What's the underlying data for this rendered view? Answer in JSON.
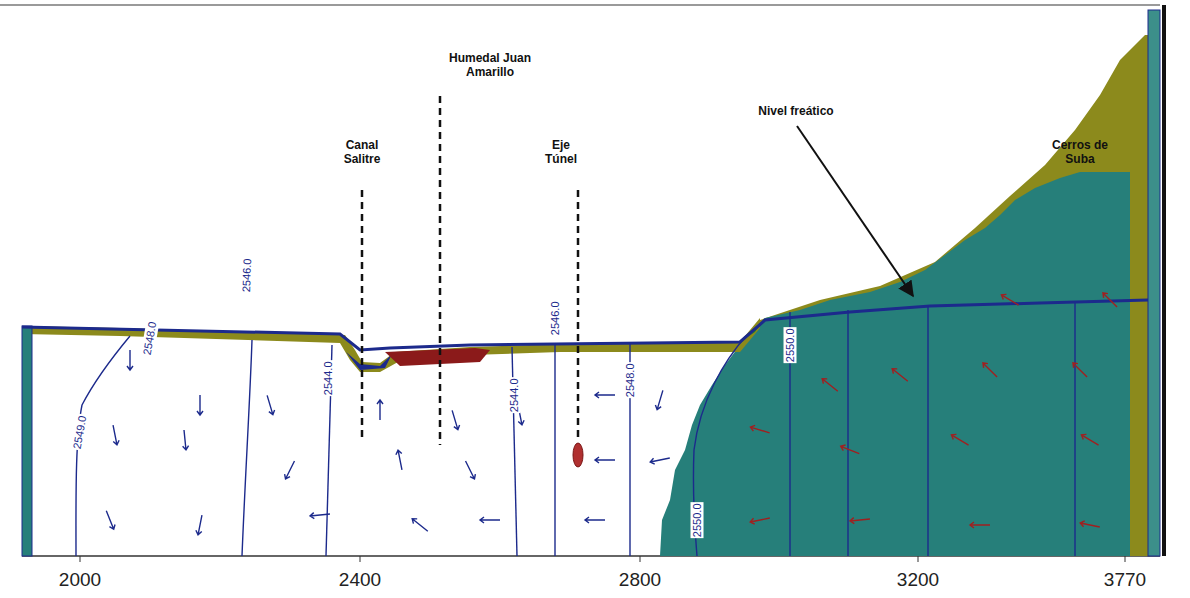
{
  "diagram": {
    "labels": [
      "Humedal Juan Amarillo",
      "Canal Salitre",
      "Eje Túnel",
      "Nivel freático",
      "Cerros de Suba",
      "2548.0",
      "2549.0",
      "2546.0",
      "2544.0",
      "2544.0",
      "2546.0",
      "2548.0",
      "2550.0",
      "2550.0",
      "2000",
      "2400",
      "2800",
      "3200",
      "3770"
    ]
  }
}
